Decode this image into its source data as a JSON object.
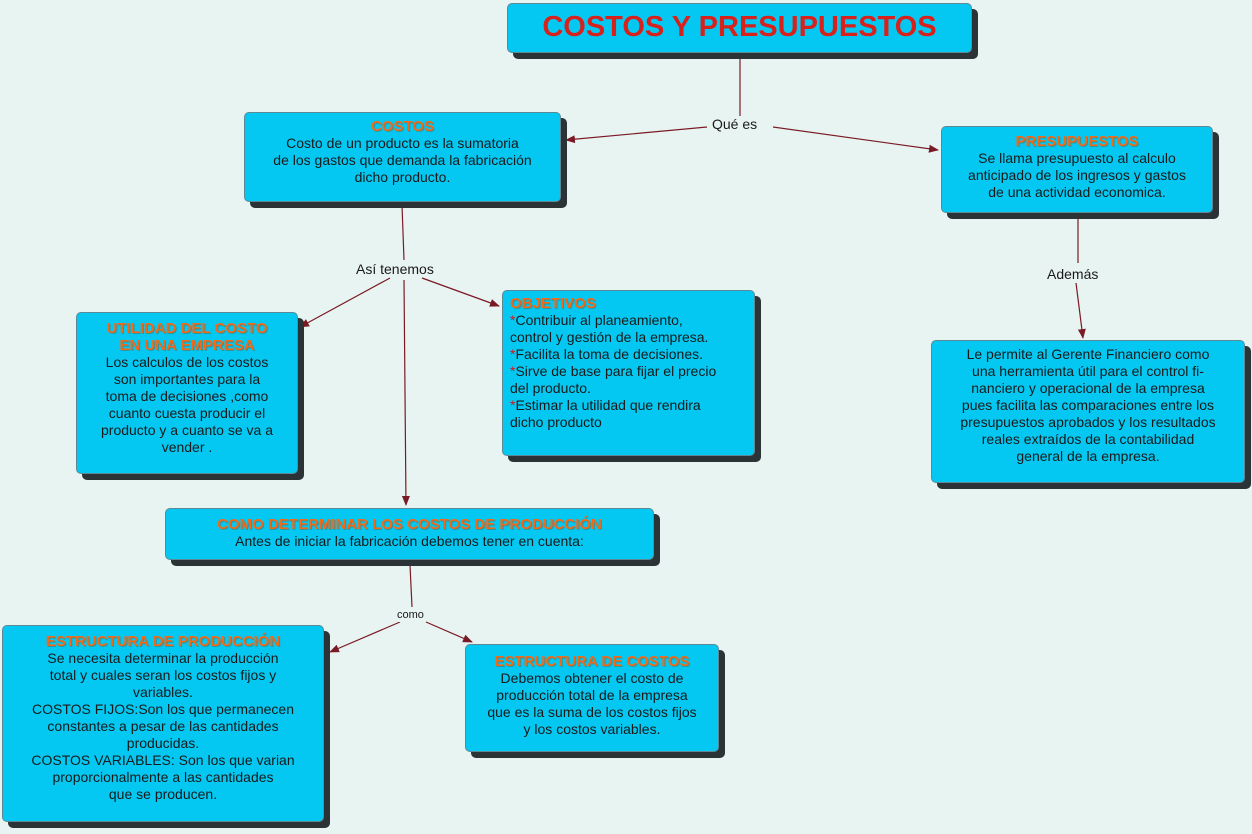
{
  "colors": {
    "background": "#e8f4f1",
    "node_fill": "#05c8f2",
    "title_text": "#f06a1a",
    "root_text": "#d6211c",
    "connector": "#7a1a26",
    "bullet_star": "#d01818"
  },
  "root": {
    "title": "COSTOS Y PRESUPUESTOS"
  },
  "costos": {
    "title": "COSTOS",
    "body": "Costo de un producto es la sumatoria\nde los gastos que demanda la fabricación\ndicho producto."
  },
  "presupuestos": {
    "title": "PRESUPUESTOS",
    "body": "Se llama presupuesto al calculo\nanticipado de los ingresos y gastos\nde una actividad economica."
  },
  "presupuestos_detail": {
    "body": "Le permite al Gerente Financiero como\nuna herramienta útil para el control fi-\nnanciero y operacional de la empresa\npues facilita las comparaciones entre los\npresupuestos aprobados y los resultados\nreales extraídos de la contabilidad\ngeneral de la empresa."
  },
  "utilidad": {
    "title": "UTILIDAD DEL COSTO\nEN UNA EMPRESA",
    "body": "Los calculos de los costos\nson importantes para la\ntoma de decisiones ,como\ncuanto cuesta producir el\nproducto y a cuanto se va a\nvender ."
  },
  "objetivos": {
    "title": "OBJETIVOS",
    "star": "*",
    "items": [
      "Contribuir al planeamiento,\n control y gestión de la empresa.",
      "Facilita la toma de decisiones.",
      "Sirve de base para fijar el precio\ndel producto.",
      "Estimar la utilidad que rendira\n dicho producto"
    ]
  },
  "determinar": {
    "title": "COMO DETERMINAR LOS COSTOS DE PRODUCCIÓN",
    "body": "Antes de iniciar la fabricación debemos tener en cuenta:"
  },
  "estructura_produccion": {
    "title": "ESTRUCTURA DE PRODUCCIÓN",
    "body": "Se necesita determinar la producción\ntotal y cuales seran los costos fijos y\nvariables.\nCOSTOS FIJOS:Son los que permanecen\nconstantes a pesar de las cantidades\nproducidas.\nCOSTOS VARIABLES: Son los que varian\nproporcionalmente a las cantidades\nque se producen."
  },
  "estructura_costos": {
    "title": "ESTRUCTURA DE COSTOS",
    "body": "Debemos obtener el costo de\nproducción total de la empresa\nque es la suma de los costos fijos\ny los costos variables."
  },
  "links": {
    "que_es": "Qué es",
    "asi_tenemos": "Así tenemos",
    "ademas": "Además",
    "como": "como"
  }
}
